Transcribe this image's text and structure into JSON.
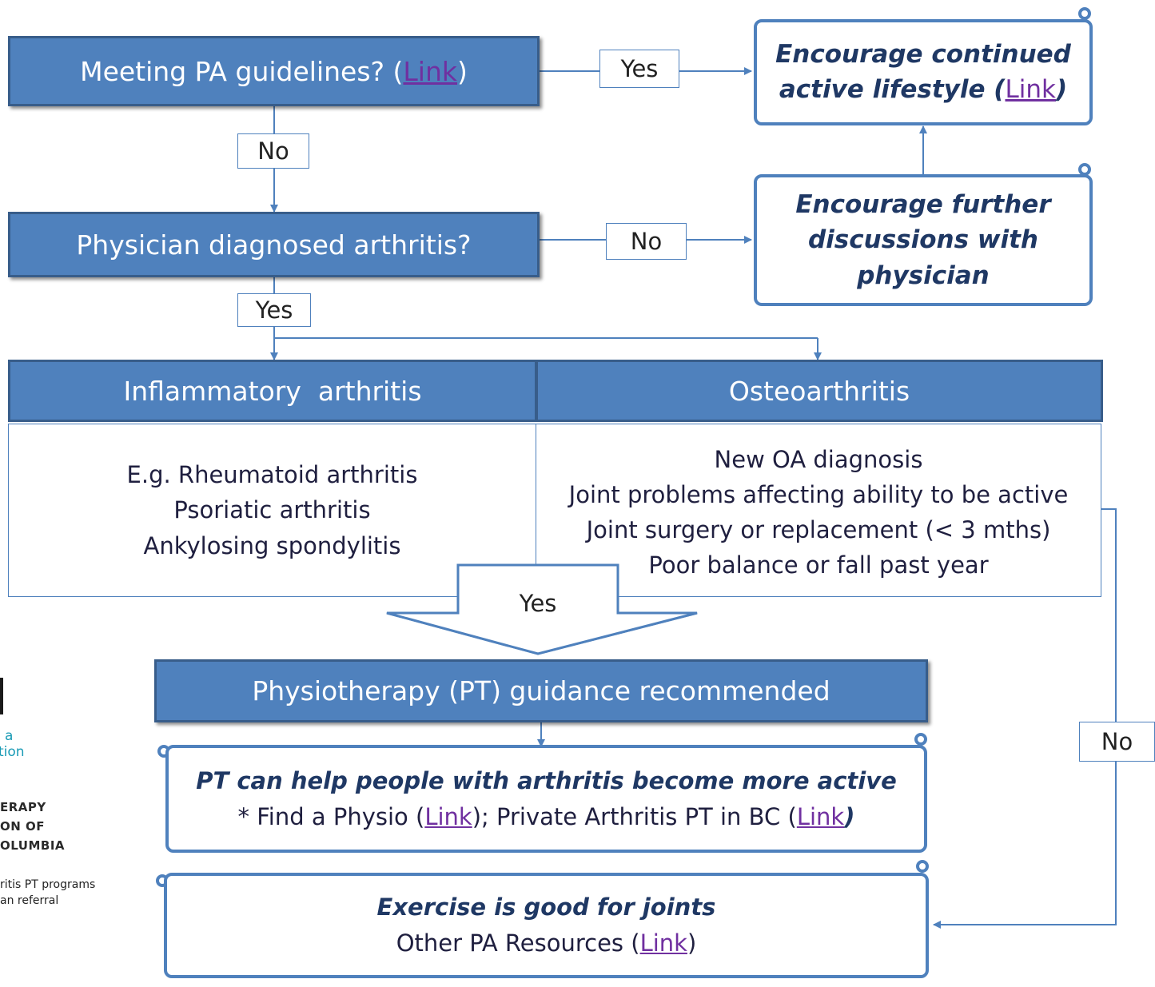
{
  "q1": {
    "text": "Meeting PA guidelines? (",
    "link": "Link",
    "close": ")"
  },
  "q2": {
    "text": "Physician diagnosed arthritis?"
  },
  "labels": {
    "yes1": "Yes",
    "no1": "No",
    "no2": "No",
    "yes2": "Yes",
    "yes3": "Yes",
    "no3": "No"
  },
  "encourage_active": {
    "line1": "Encourage continued",
    "line2a": "active lifestyle (",
    "link": "Link",
    "close": ")"
  },
  "encourage_physician": {
    "line1": "Encourage further",
    "line2": "discussions with",
    "line3": "physician"
  },
  "categories": {
    "inflammatory": {
      "title": "Inflammatory  arthritis",
      "items": [
        "E.g. Rheumatoid arthritis",
        "Psoriatic arthritis",
        "Ankylosing spondylitis"
      ]
    },
    "osteo": {
      "title": "Osteoarthritis",
      "items": [
        "New OA diagnosis",
        "Joint problems affecting ability to be active",
        "Joint surgery or replacement (< 3 mths)",
        "Poor balance or fall past year"
      ]
    }
  },
  "pt": {
    "title": "Physiotherapy (PT) guidance recommended"
  },
  "pt_help": {
    "heading": "PT can help people with arthritis become more active",
    "prefix": "* Find a Physio (",
    "link1": "Link",
    "middle": ");  Private Arthritis PT in BC (",
    "link2": "Link",
    "close": ")"
  },
  "exercise": {
    "heading": "Exercise is good for joints",
    "prefix": "Other PA Resources (",
    "link": "Link",
    "close": ")"
  },
  "left_fragments": {
    "org1_line1": "a",
    "org1_line2": "tion",
    "org2_line1": "ERAPY",
    "org2_line2": "ON OF",
    "org2_line3": "OLUMBIA",
    "note_line1": "ritis PT programs",
    "note_line2": "an referral"
  },
  "colors": {
    "box_fill": "#4f81bd",
    "box_border": "#385d8a",
    "line": "#4f81bd",
    "link": "#7030a0"
  }
}
